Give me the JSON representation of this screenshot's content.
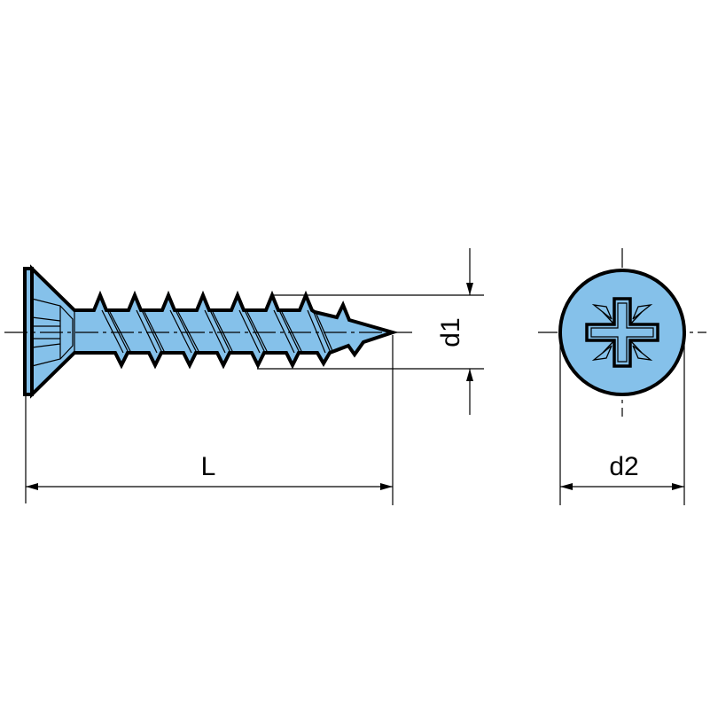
{
  "colors": {
    "fill": "#85c1ea",
    "stroke": "#000000"
  },
  "dimensions": {
    "length_label": "L",
    "thread_diameter_label": "d1",
    "head_diameter_label": "d2"
  },
  "views": [
    "side-view",
    "head-view"
  ]
}
